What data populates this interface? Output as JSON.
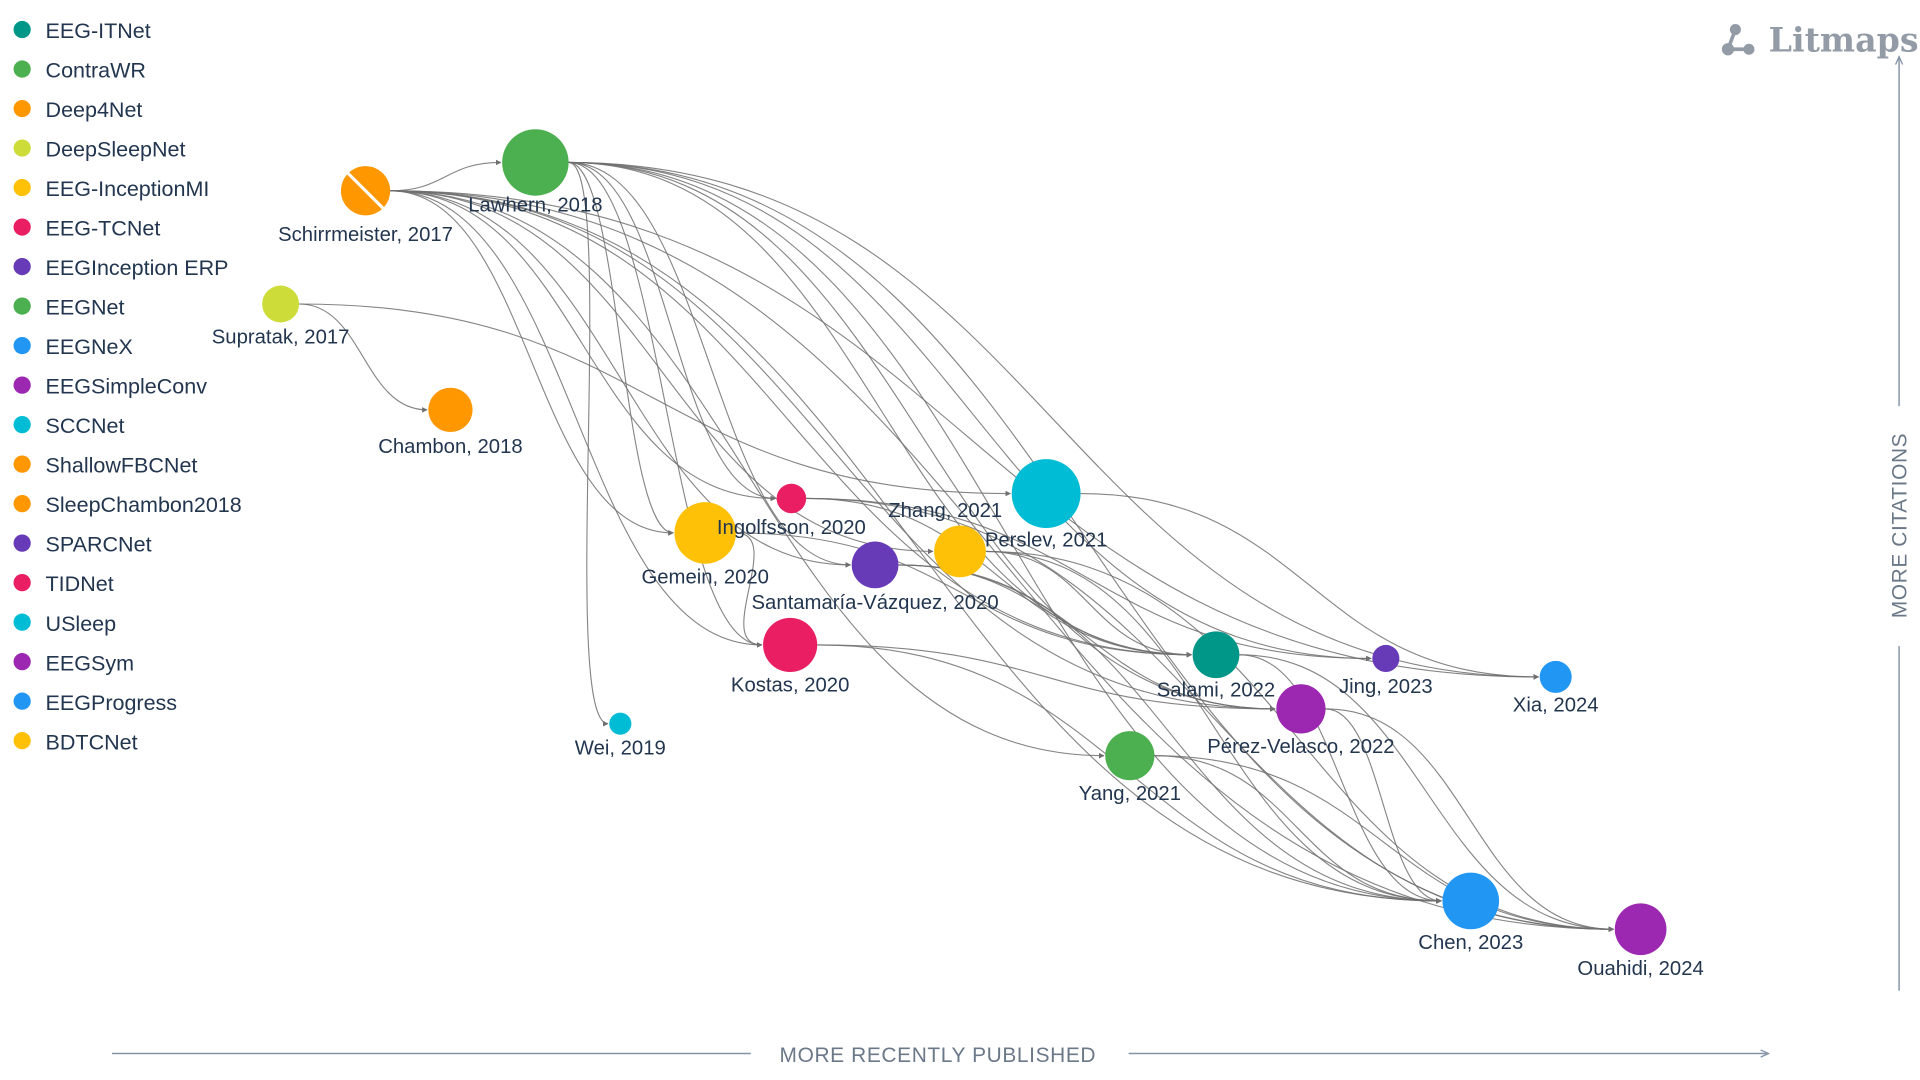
{
  "brand": {
    "name": "Litmaps",
    "icon": "litmaps-graph-icon",
    "color": "#939ba6"
  },
  "axes": {
    "x_label": "MORE RECENTLY PUBLISHED",
    "y_label": "MORE CITATIONS"
  },
  "legend": [
    {
      "label": "EEG-ITNet",
      "color": "#009688"
    },
    {
      "label": "ContraWR",
      "color": "#4caf50"
    },
    {
      "label": "Deep4Net",
      "color": "#ff9800"
    },
    {
      "label": "DeepSleepNet",
      "color": "#cddc39"
    },
    {
      "label": "EEG-InceptionMI",
      "color": "#ffc107"
    },
    {
      "label": "EEG-TCNet",
      "color": "#e91e63"
    },
    {
      "label": "EEGInception ERP",
      "color": "#673ab7"
    },
    {
      "label": "EEGNet",
      "color": "#4caf50"
    },
    {
      "label": "EEGNeX",
      "color": "#2196f3"
    },
    {
      "label": "EEGSimpleConv",
      "color": "#9c27b0"
    },
    {
      "label": "SCCNet",
      "color": "#00bcd4"
    },
    {
      "label": "ShallowFBCNet",
      "color": "#ff9800"
    },
    {
      "label": "SleepChambon2018",
      "color": "#ff9800"
    },
    {
      "label": "SPARCNet",
      "color": "#673ab7"
    },
    {
      "label": "TIDNet",
      "color": "#e91e63"
    },
    {
      "label": "USleep",
      "color": "#00bcd4"
    },
    {
      "label": "EEGSym",
      "color": "#9c27b0"
    },
    {
      "label": "EEGProgress",
      "color": "#2196f3"
    },
    {
      "label": "BDTCNet",
      "color": "#ffc107"
    }
  ],
  "papers": [
    {
      "id": "schirrmeister",
      "label": "Schirrmeister, 2017",
      "color": "#ff9800",
      "multi": true
    },
    {
      "id": "lawhern",
      "label": "Lawhern, 2018",
      "color": "#4caf50"
    },
    {
      "id": "supratak",
      "label": "Supratak, 2017",
      "color": "#cddc39"
    },
    {
      "id": "chambon",
      "label": "Chambon, 2018",
      "color": "#ff9800"
    },
    {
      "id": "ingolfsson",
      "label": "Ingolfsson, 2020",
      "color": "#e91e63"
    },
    {
      "id": "perslev",
      "label": "Perslev, 2021",
      "color": "#00bcd4"
    },
    {
      "id": "gemein",
      "label": "Gemein, 2020",
      "color": "#ffc107"
    },
    {
      "id": "santamaria",
      "label": "Santamaría-Vázquez, 2020",
      "color": "#673ab7"
    },
    {
      "id": "zhang",
      "label": "Zhang, 2021",
      "color": "#ffc107"
    },
    {
      "id": "kostas",
      "label": "Kostas, 2020",
      "color": "#e91e63"
    },
    {
      "id": "wei",
      "label": "Wei, 2019",
      "color": "#00bcd4"
    },
    {
      "id": "salami",
      "label": "Salami, 2022",
      "color": "#009688"
    },
    {
      "id": "jing",
      "label": "Jing, 2023",
      "color": "#673ab7"
    },
    {
      "id": "xia",
      "label": "Xia, 2024",
      "color": "#2196f3"
    },
    {
      "id": "perez",
      "label": "Pérez-Velasco, 2022",
      "color": "#9c27b0"
    },
    {
      "id": "yang",
      "label": "Yang, 2021",
      "color": "#4caf50"
    },
    {
      "id": "chen",
      "label": "Chen, 2023",
      "color": "#2196f3"
    },
    {
      "id": "ouahidi",
      "label": "Ouahidi, 2024",
      "color": "#9c27b0"
    }
  ],
  "citations": [
    [
      "schirrmeister",
      "lawhern"
    ],
    [
      "schirrmeister",
      "ingolfsson"
    ],
    [
      "schirrmeister",
      "gemein"
    ],
    [
      "schirrmeister",
      "kostas"
    ],
    [
      "schirrmeister",
      "santamaria"
    ],
    [
      "schirrmeister",
      "salami"
    ],
    [
      "schirrmeister",
      "zhang"
    ],
    [
      "schirrmeister",
      "perez"
    ],
    [
      "schirrmeister",
      "chen"
    ],
    [
      "schirrmeister",
      "ouahidi"
    ],
    [
      "schirrmeister",
      "xia"
    ],
    [
      "schirrmeister",
      "yang"
    ],
    [
      "lawhern",
      "wei"
    ],
    [
      "lawhern",
      "ingolfsson"
    ],
    [
      "lawhern",
      "gemein"
    ],
    [
      "lawhern",
      "kostas"
    ],
    [
      "lawhern",
      "santamaria"
    ],
    [
      "lawhern",
      "salami"
    ],
    [
      "lawhern",
      "perez"
    ],
    [
      "lawhern",
      "chen"
    ],
    [
      "lawhern",
      "ouahidi"
    ],
    [
      "lawhern",
      "xia"
    ],
    [
      "lawhern",
      "jing"
    ],
    [
      "supratak",
      "chambon"
    ],
    [
      "supratak",
      "perslev"
    ],
    [
      "perslev",
      "xia"
    ],
    [
      "ingolfsson",
      "salami"
    ],
    [
      "ingolfsson",
      "jing"
    ],
    [
      "ingolfsson",
      "ouahidi"
    ],
    [
      "gemein",
      "kostas"
    ],
    [
      "gemein",
      "salami"
    ],
    [
      "kostas",
      "perez"
    ],
    [
      "kostas",
      "chen"
    ],
    [
      "santamaria",
      "salami"
    ],
    [
      "santamaria",
      "perez"
    ],
    [
      "santamaria",
      "chen"
    ],
    [
      "zhang",
      "salami"
    ],
    [
      "zhang",
      "ouahidi"
    ],
    [
      "zhang",
      "chen"
    ],
    [
      "yang",
      "chen"
    ],
    [
      "yang",
      "ouahidi"
    ],
    [
      "salami",
      "ouahidi"
    ],
    [
      "salami",
      "chen"
    ],
    [
      "perez",
      "ouahidi"
    ],
    [
      "perez",
      "chen"
    ]
  ]
}
